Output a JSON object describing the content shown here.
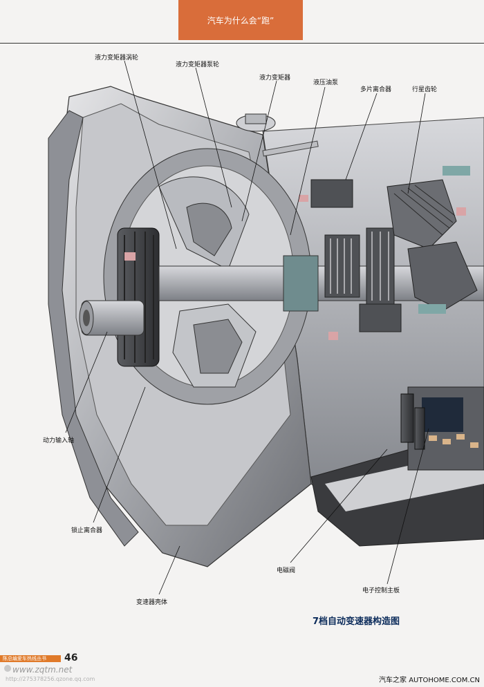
{
  "header": {
    "title": "汽车为什么会“跑”"
  },
  "labels": {
    "turbine": "液力变矩器涡轮",
    "pump_wheel": "液力变矩器泵轮",
    "torque_converter": "液力变矩器",
    "oil_pump": "液压油泵",
    "multi_clutch": "多片离合器",
    "planetary": "行星齿轮",
    "input_shaft": "动力输入轴",
    "lockup_clutch": "锁止离合器",
    "housing": "变速器壳体",
    "solenoid": "电磁阀",
    "control_board": "电子控制主板"
  },
  "caption": "7档自动变速器构造图",
  "footer": {
    "series": "陈总编爱车热线丛书",
    "page": "46",
    "site": "www.zqtm.net",
    "site_sub": "http://275378256.qzone.qq.com",
    "watermark": "汽车之家 AUTOHOME.COM.CN"
  },
  "colors": {
    "header_bg": "#d96d3a",
    "caption": "#0a2a5a"
  }
}
